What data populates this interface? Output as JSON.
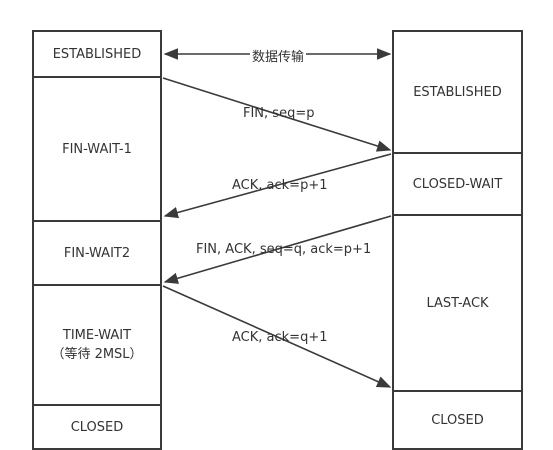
{
  "client_states": [
    {
      "id": "c-established",
      "label": "ESTABLISHED"
    },
    {
      "id": "c-fin-wait-1",
      "label": "FIN-WAIT-1"
    },
    {
      "id": "c-fin-wait-2",
      "label": "FIN-WAIT2"
    },
    {
      "id": "c-time-wait",
      "label": "TIME-WAIT\n（等待 2MSL）"
    },
    {
      "id": "c-closed",
      "label": "CLOSED"
    }
  ],
  "server_states": [
    {
      "id": "s-established",
      "label": "ESTABLISHED"
    },
    {
      "id": "s-close-wait",
      "label": "CLOSED-WAIT"
    },
    {
      "id": "s-last-ack",
      "label": "LAST-ACK"
    },
    {
      "id": "s-closed",
      "label": "CLOSED"
    }
  ],
  "messages": {
    "data_transfer": "数据传输",
    "fin": "FIN, seq=p",
    "ack1": "ACK, ack=p+1",
    "fin_ack": "FIN, ACK, seq=q, ack=p+1",
    "ack2": "ACK, ack=q+1"
  },
  "colors": {
    "line": "#3a3a3a",
    "text": "#333333",
    "background": "#ffffff"
  }
}
